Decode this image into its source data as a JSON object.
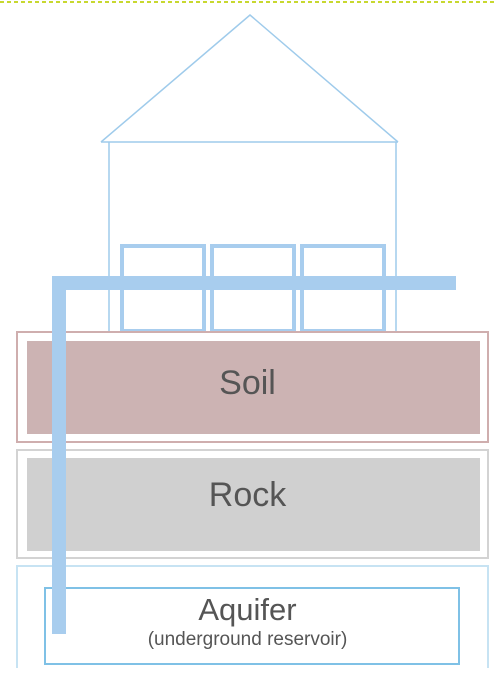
{
  "layers": {
    "soil": {
      "label": "Soil",
      "fill": "#ccb3b3",
      "border": "#cfaeae"
    },
    "rock": {
      "label": "Rock",
      "fill": "#d0d0d0",
      "border": "#d3d3d3"
    },
    "aquifer": {
      "label": "Aquifer",
      "sublabel": "(underground reservoir)",
      "border": "#9fd0ee"
    }
  },
  "house": {
    "color": "#9fcbeb"
  },
  "pipe": {
    "color": "#a8cdee"
  },
  "frame": {
    "color": "#c8d830"
  },
  "icons": [
    "house-icon",
    "well-pipe-icon"
  ]
}
